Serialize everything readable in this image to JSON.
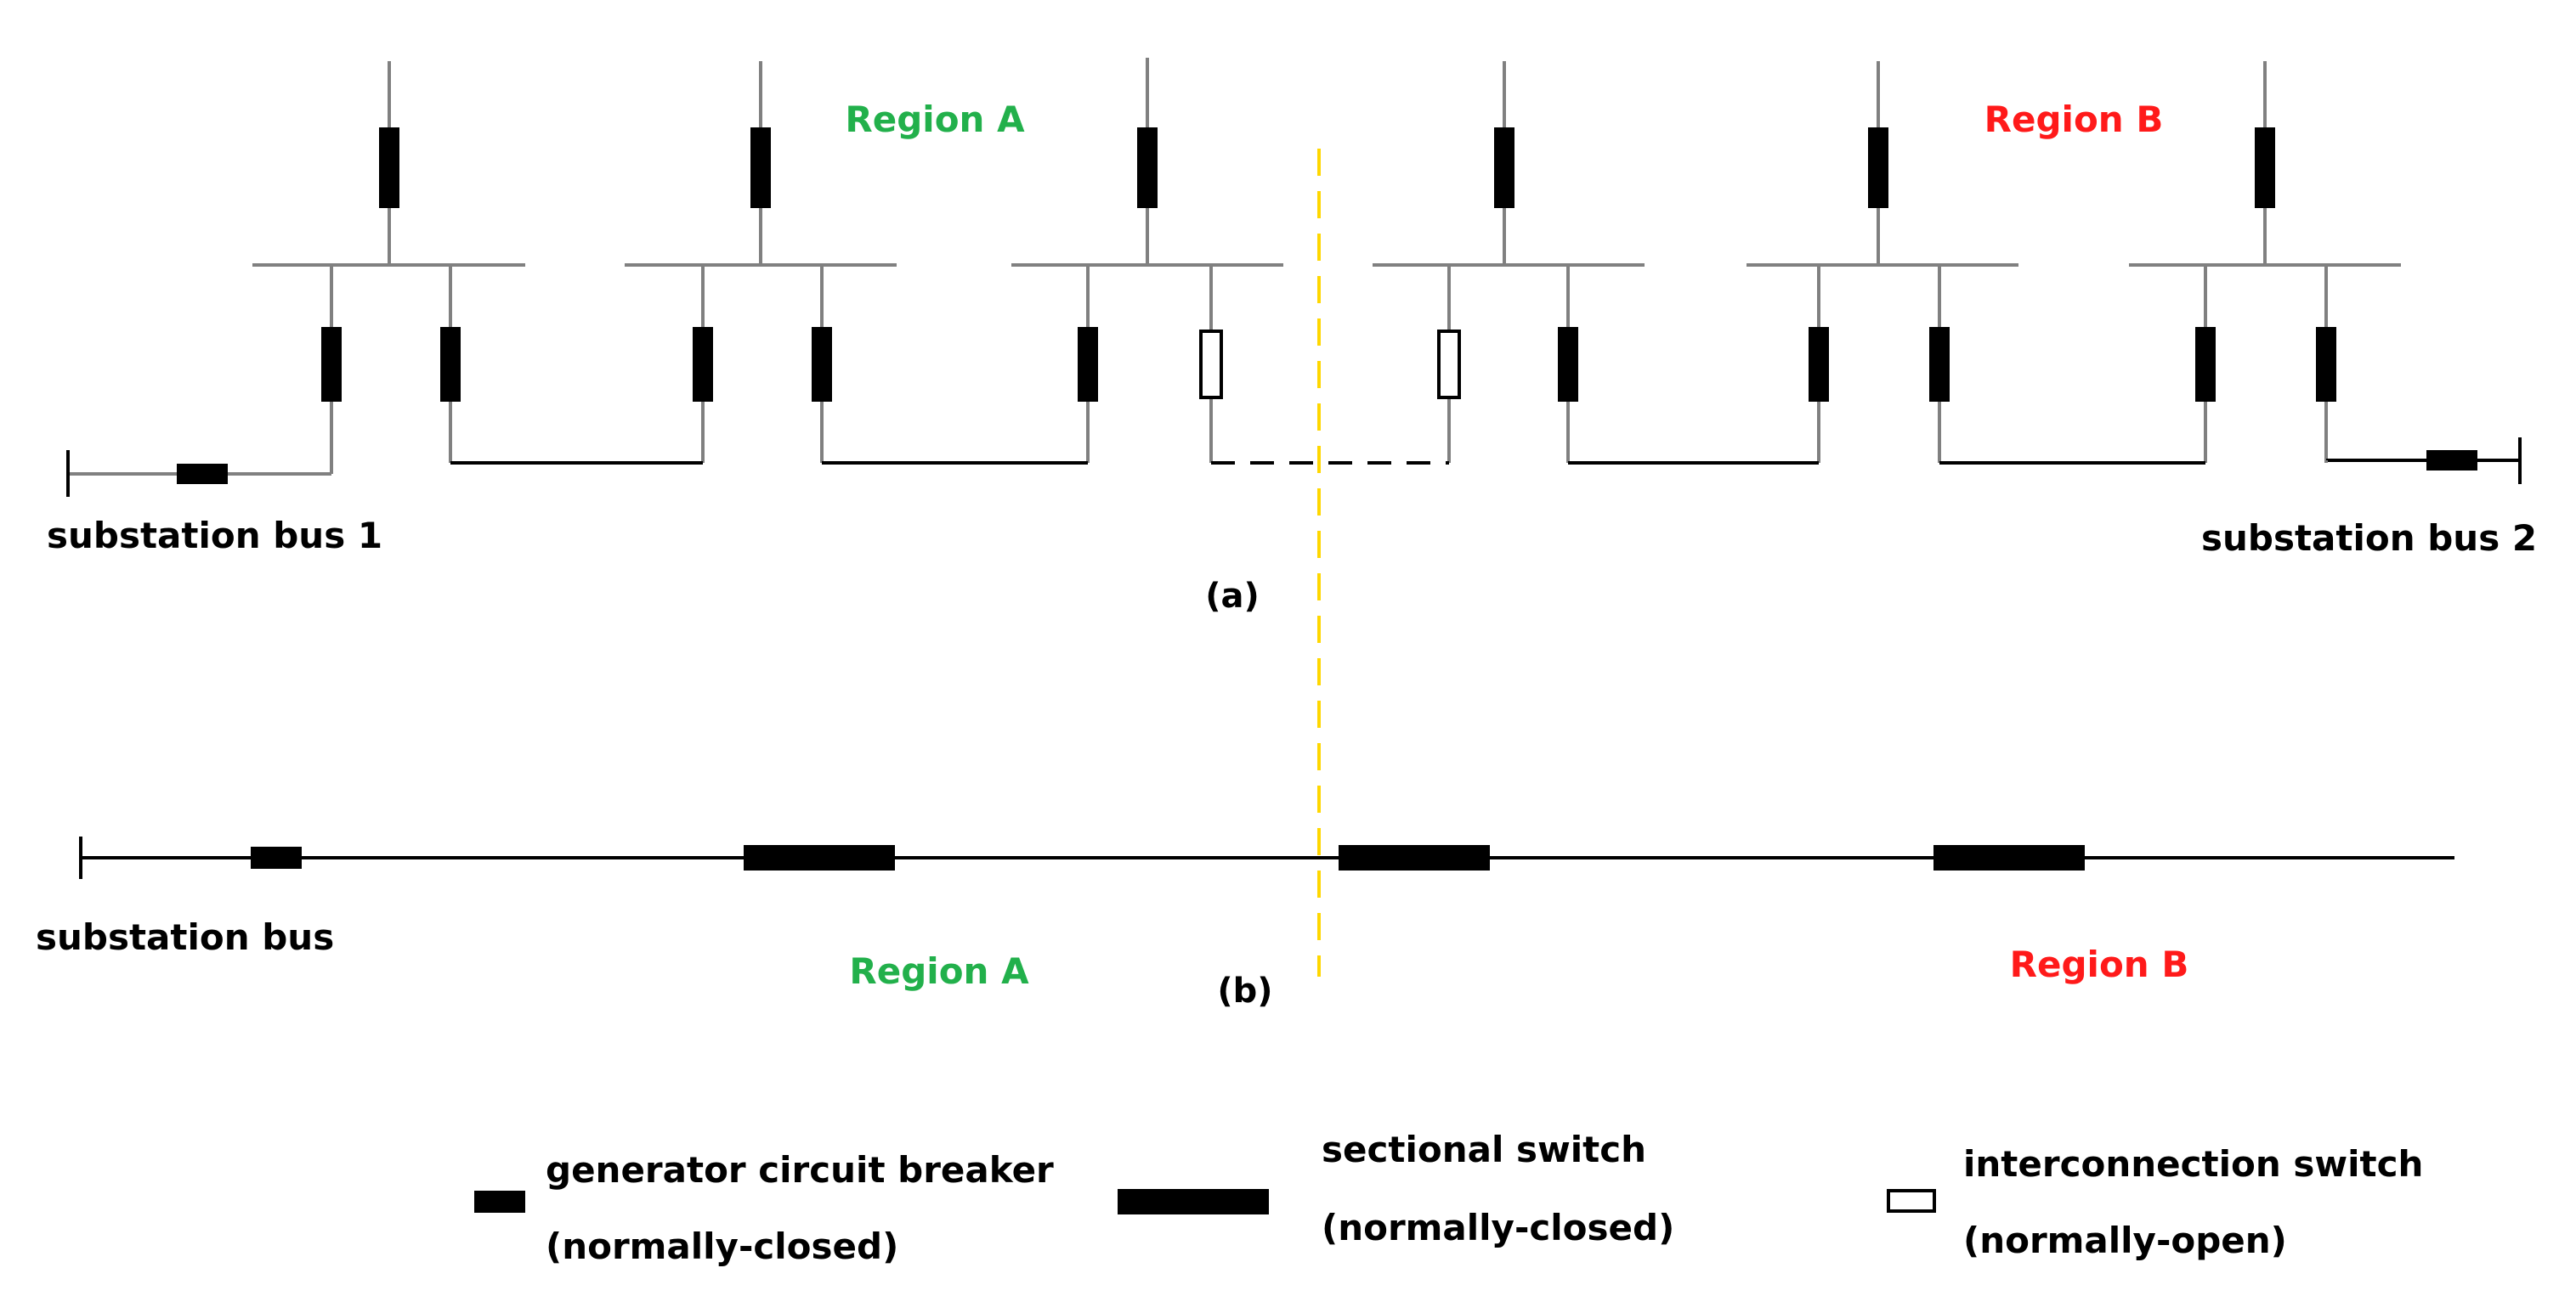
{
  "diagram_a": {
    "caption": "(a)",
    "region_a_label": "Region A",
    "region_b_label": "Region B",
    "substation_bus_1": "substation bus 1",
    "substation_bus_2": "substation bus 2"
  },
  "diagram_b": {
    "caption": "(b)",
    "region_a_label": "Region A",
    "region_b_label": "Region B",
    "substation_bus": "substation bus"
  },
  "legend": {
    "generator_breaker": {
      "line1": "generator circuit breaker",
      "line2": "(normally-closed)"
    },
    "sectional_switch": {
      "line1": "sectional switch",
      "line2": "(normally-closed)"
    },
    "interconnection_switch": {
      "line1": "interconnection switch",
      "line2": "(normally-open)"
    }
  },
  "colors": {
    "region_a": "#22b04b",
    "region_b": "#ff1a1a",
    "divider": "#ffd700",
    "line": "#000000",
    "feeder_gray": "#808080"
  }
}
